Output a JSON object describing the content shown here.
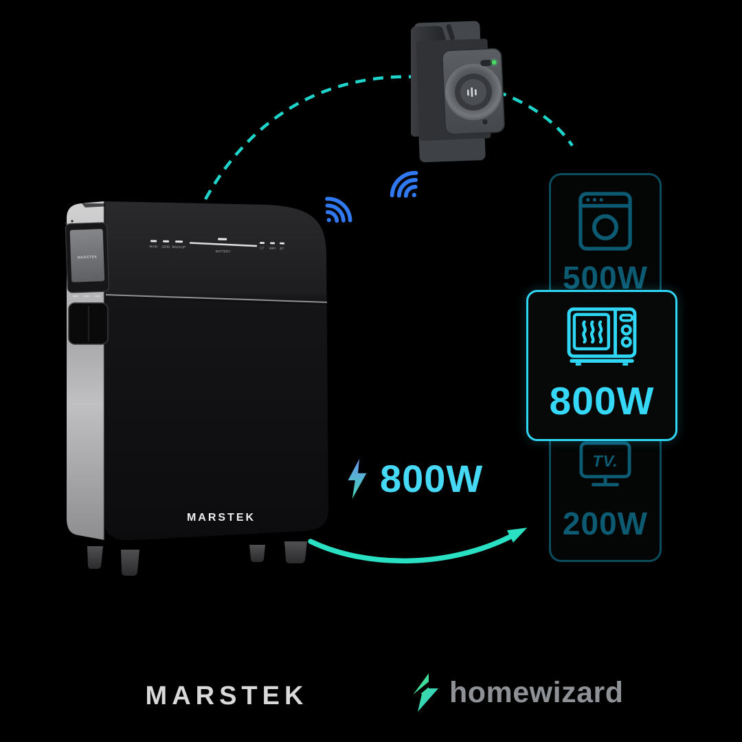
{
  "colors": {
    "background": "#000000",
    "accent_bright_cyan": "#35d8f6",
    "accent_dim_teal": "#0d5b73",
    "panel_border_dim": "#0c4c5f",
    "dashed_arc": "#1ed4cb",
    "flow_arrow": "#2ae0c3",
    "wifi_blue": "#3079f2",
    "meter_led_green": "#45e065"
  },
  "battery": {
    "brand_label": "MARSTEK",
    "screen_label": "MARSTEK",
    "led_labels_left": [
      "MAIN",
      "GRID",
      "BACKUP"
    ],
    "gauge_label": "BATTERY",
    "led_labels_right": [
      "CT",
      "WIFI",
      "BT"
    ]
  },
  "flow": {
    "power_label": "800W"
  },
  "appliances": {
    "washer": {
      "power": "500W"
    },
    "microwave": {
      "power": "800W"
    },
    "tv": {
      "power": "200W",
      "icon_label": "TV."
    }
  },
  "footer": {
    "marstek": "MARSTEK",
    "homewizard": "homewizard"
  }
}
